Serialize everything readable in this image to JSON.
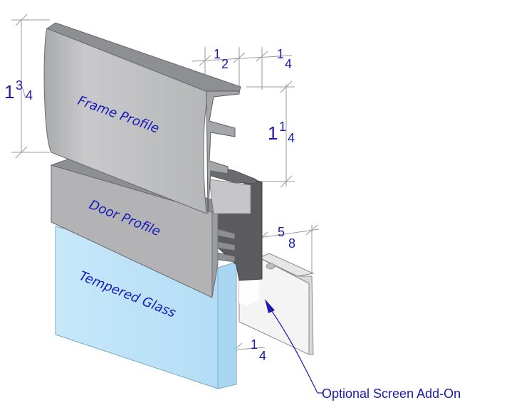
{
  "labels": {
    "frame_profile": "Frame Profile",
    "door_profile": "Door Profile",
    "tempered_glass": "Tempered Glass",
    "screen_addon": "Optional Screen Add-On"
  },
  "dimensions": {
    "frame_height": {
      "whole": "1",
      "num": "3",
      "den": "4"
    },
    "frame_lip": {
      "num": "1",
      "den": "2"
    },
    "frame_channel": {
      "num": "1",
      "den": "4"
    },
    "frame_depth": {
      "whole": "1",
      "num": "1",
      "den": "4"
    },
    "screen_offset": {
      "num": "5",
      "den": "8"
    },
    "glass_thickness": {
      "num": "1",
      "den": "4"
    }
  },
  "colors": {
    "frame_face": "#b9b9bb",
    "frame_top": "#8e8f92",
    "door_face": "#b3b3b5",
    "glass": "#bfe3f8",
    "channel_dark": "#555557",
    "text": "#1a1aa8"
  }
}
